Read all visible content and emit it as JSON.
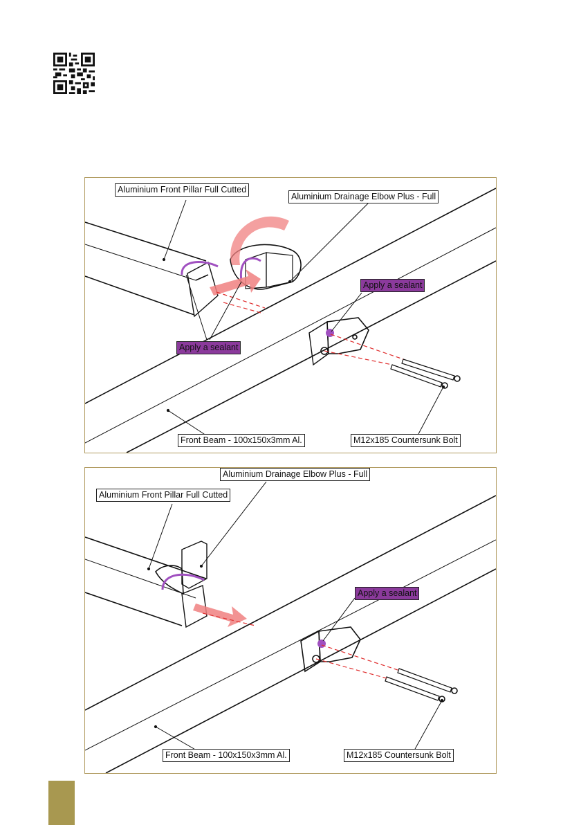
{
  "colors": {
    "frame": "#b09a5e",
    "sealant_bg": "#8b3a9c",
    "tab": "#a89850",
    "arrow": "#f08080",
    "sealant_ring": "#a050c0",
    "dash_line": "#e03030"
  },
  "qr": {
    "icon": "qr-code-icon"
  },
  "panels": [
    {
      "labels": {
        "pillar": "Aluminium Front Pillar Full Cutted",
        "elbow": "Aluminium Drainage Elbow Plus - Full",
        "sealant_right": "Apply a sealant",
        "sealant_left": "Apply a sealant",
        "beam": "Front Beam - 100x150x3mm Al.",
        "bolt": "M12x185 Countersunk Bolt"
      }
    },
    {
      "labels": {
        "elbow": "Aluminium Drainage Elbow Plus - Full",
        "pillar": "Aluminium Front Pillar Full Cutted",
        "sealant_right": "Apply a sealant",
        "beam": "Front Beam - 100x150x3mm Al.",
        "bolt": "M12x185 Countersunk Bolt"
      }
    }
  ]
}
